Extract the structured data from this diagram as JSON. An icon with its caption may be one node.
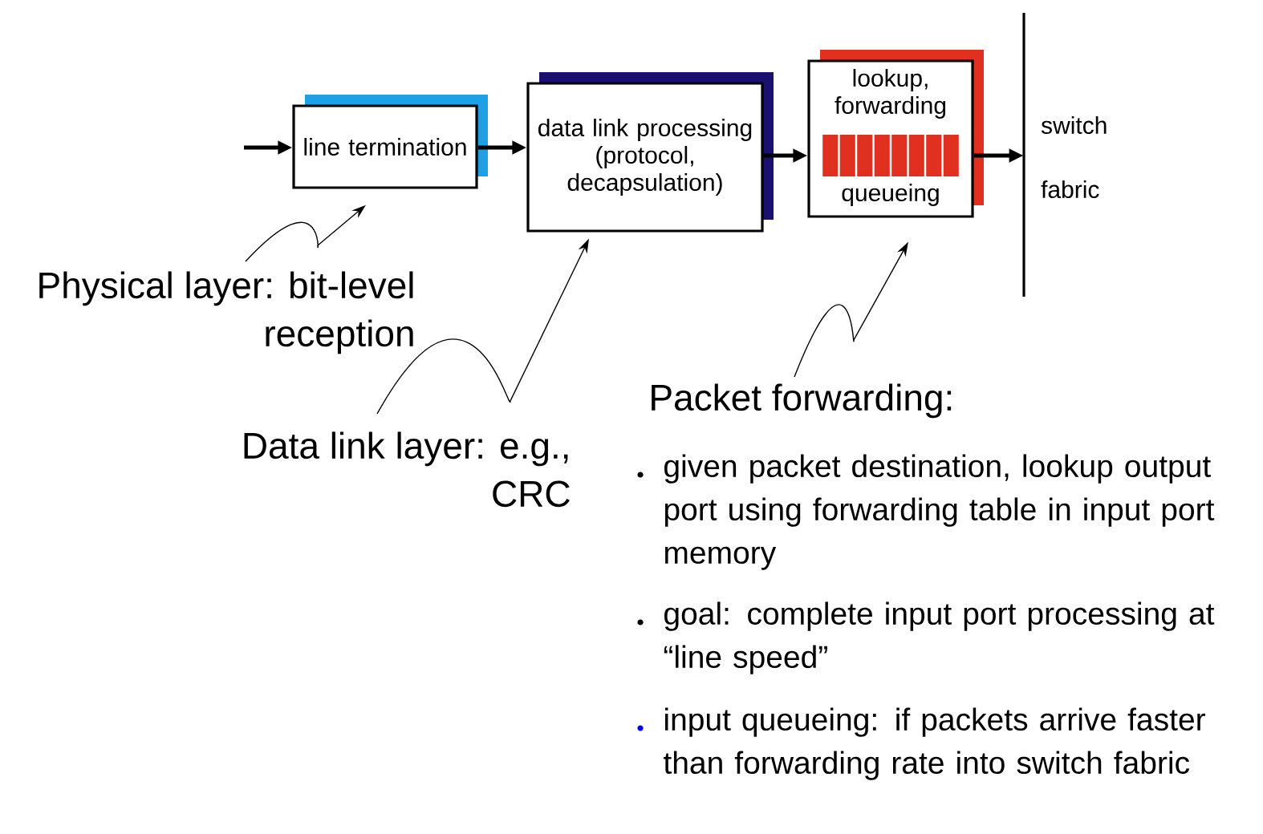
{
  "diagram": {
    "nodes": [
      {
        "text": [
          "line termination"
        ]
      },
      {
        "text": [
          "data link processing (protocol, decapsulation)"
        ]
      },
      {
        "text": [
          "lookup, forwarding",
          "queueing"
        ]
      },
      {
        "text": [
          "switch fabric"
        ]
      },
      {
        "text": [
          "Physical layer: bit-level reception"
        ]
      },
      {
        "text": [
          "Data link layer: e.g., CRC"
        ]
      },
      {
        "text": [
          "Packet forwarding:"
        ]
      }
    ],
    "edges": [
      {
        "from": null,
        "to": 0,
        "arrow": "to"
      },
      {
        "from": 0,
        "to": 1,
        "arrow": "to"
      },
      {
        "from": 1,
        "to": 2,
        "arrow": "to"
      },
      {
        "from": 2,
        "to": 3,
        "arrow": "to"
      },
      {
        "from": 4,
        "to": 0,
        "arrow": "to"
      },
      {
        "from": 5,
        "to": 1,
        "arrow": "to"
      },
      {
        "from": 6,
        "to": 2,
        "arrow": "to"
      }
    ],
    "labels": [
      "given packet destination, lookup output port using forwarding table in input port memory",
      "goal: complete input port processing at “line speed”",
      "input queueing: if packets arrive faster than forwarding rate into switch fabric"
    ]
  }
}
